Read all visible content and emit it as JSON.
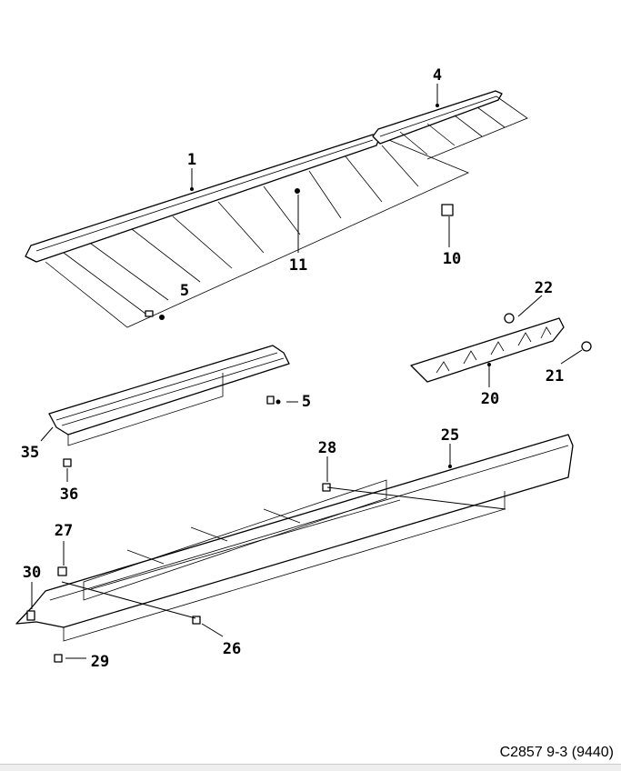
{
  "diagram": {
    "caption": "C2857 9-3 (9440)",
    "callouts": [
      "1",
      "4",
      "11",
      "10",
      "5",
      "22",
      "21",
      "20",
      "5",
      "35",
      "36",
      "28",
      "25",
      "27",
      "30",
      "26",
      "29"
    ]
  }
}
